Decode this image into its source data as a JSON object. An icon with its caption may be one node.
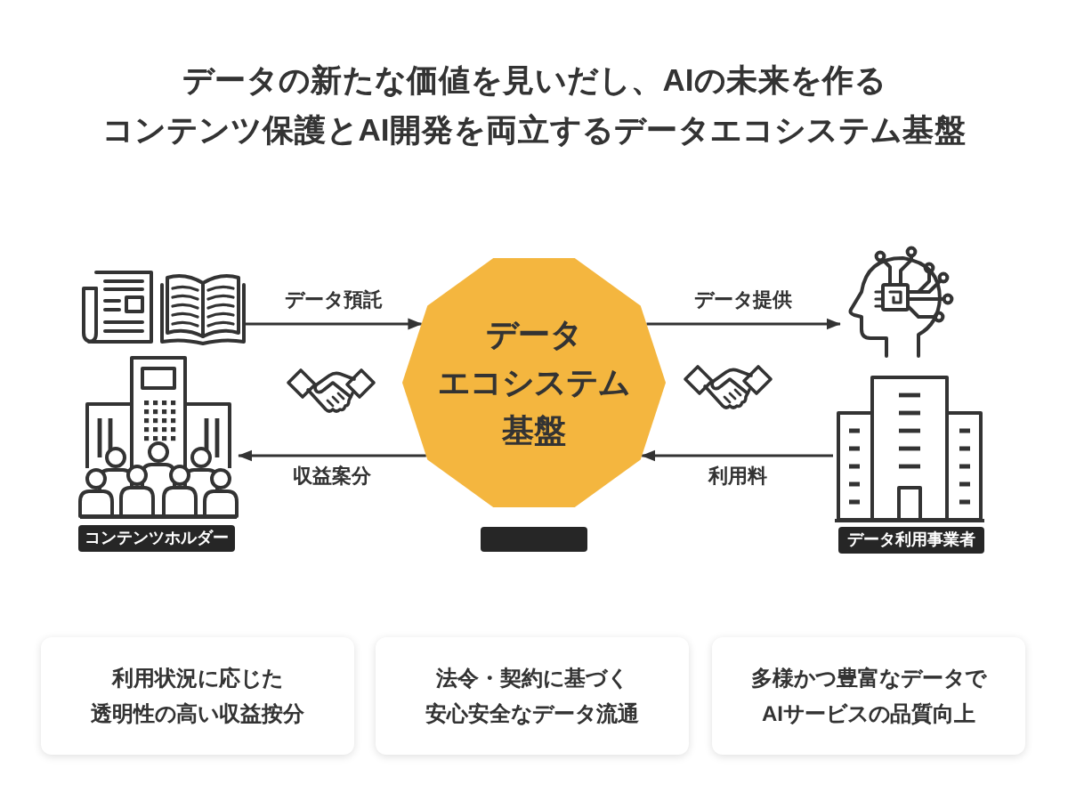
{
  "diagram": {
    "title": "データの新たな価値を見いだし、AIの未来を作るコンテンツ保護とAI開発を両立するデータエコシステム基盤",
    "nodes": [
      {
        "text": [],
        "shape": "picture"
      },
      {
        "text": [],
        "shape": "picture"
      },
      {
        "text": [
          "コンテンツホルダー"
        ]
      },
      {
        "text": [
          "データエコシステム基盤"
        ]
      },
      {
        "text": [],
        "shape": "box"
      },
      {
        "text": [],
        "shape": "picture"
      },
      {
        "text": [],
        "shape": "picture"
      },
      {
        "text": [
          "データ利用事業者"
        ]
      },
      {
        "text": [
          "利用状況に応じた透明性の高い収益按分"
        ]
      },
      {
        "text": [
          "法令・契約に基づく安心安全なデータ流通"
        ]
      },
      {
        "text": [
          "多様かつ豊富なデータでAIサービスの品質向上"
        ]
      }
    ],
    "edges": [
      {
        "from": 0,
        "to": 3,
        "arrow": "to",
        "label": "データ預託"
      },
      {
        "from": 3,
        "to": 1,
        "arrow": "to",
        "label": "収益案分"
      },
      {
        "from": 3,
        "to": 5,
        "arrow": "to",
        "label": "データ提供"
      },
      {
        "from": 6,
        "to": 3,
        "arrow": "to",
        "label": "利用料"
      }
    ]
  }
}
